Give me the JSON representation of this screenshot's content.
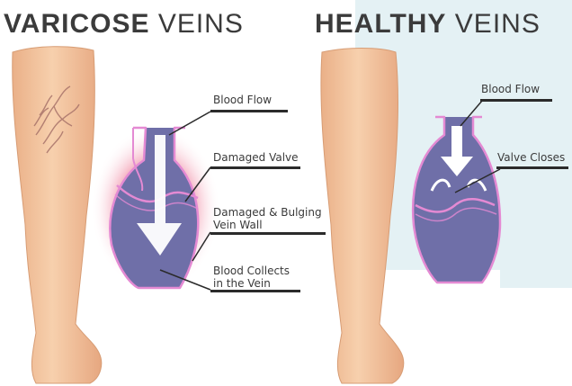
{
  "left_panel": {
    "title_bold": "VARICOSE",
    "title_light": "VEINS",
    "labels": {
      "blood_flow": "Blood Flow",
      "damaged_valve": "Damaged Valve",
      "bulging_wall_line1": "Damaged & Bulging",
      "bulging_wall_line2": "Vein Wall",
      "blood_collects_line1": "Blood Collects",
      "blood_collects_line2": "in the Vein"
    }
  },
  "right_panel": {
    "title_bold": "HEALTHY",
    "title_light": "VEINS",
    "labels": {
      "blood_flow": "Blood Flow",
      "valve_closes": "Valve Closes"
    }
  },
  "colors": {
    "skin": "#f5c9a4",
    "skin_shadow": "#e7a97f",
    "vein": "#6f6fa8",
    "vein_light": "#8d8dc0",
    "vein_outline": "#e48ad3",
    "bulge_glow": "#e8365f",
    "background_tint": "#e4f1f4",
    "title_text": "#3b3b3b"
  }
}
